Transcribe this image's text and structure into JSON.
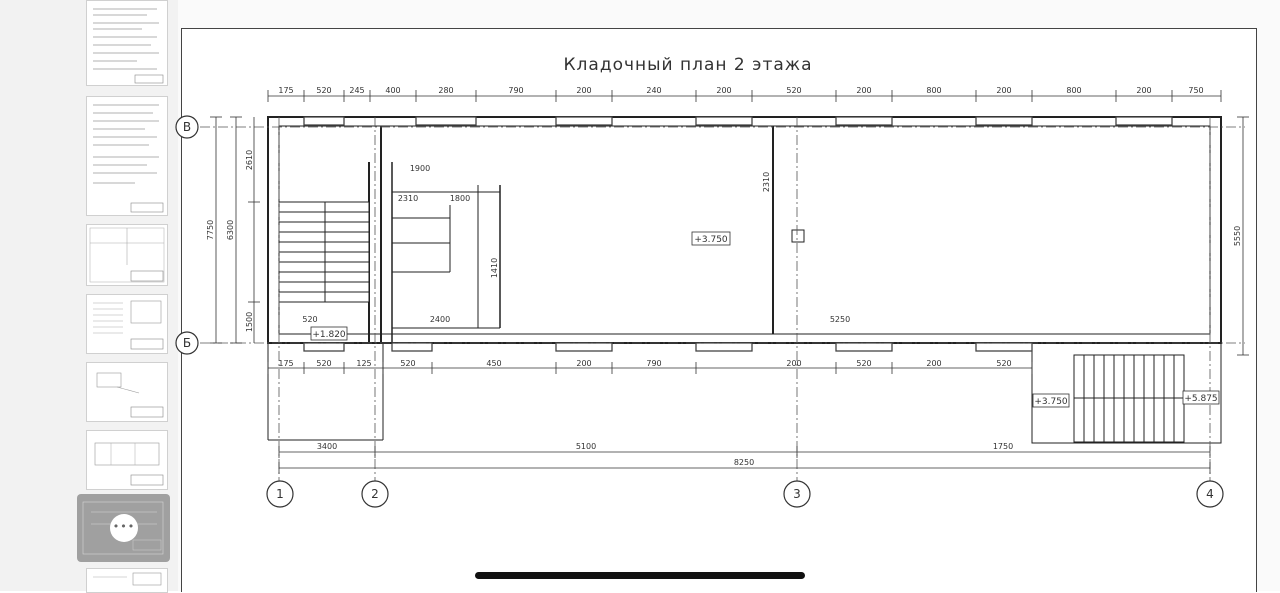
{
  "viewer": {
    "thumbnails_count": 9,
    "selected_thumb_badge": "•••"
  },
  "drawing": {
    "title": "Кладочный план 2 этажа",
    "axes_columns": [
      "1",
      "2",
      "3",
      "4"
    ],
    "axes_rows": [
      "В",
      "Б"
    ],
    "top_dims": [
      "175",
      "520",
      "245",
      "400",
      "280",
      "790",
      "200",
      "240",
      "200",
      "520",
      "200",
      "800",
      "200",
      "800",
      "200",
      "750"
    ],
    "bottom_dims": [
      "175",
      "520",
      "125",
      "520",
      "450",
      "200",
      "790",
      "200",
      "520",
      "200",
      "520"
    ],
    "axis_spans": [
      "3400",
      "5100",
      "1750"
    ],
    "total_span": "8250",
    "left_dims": [
      "2610",
      "7750",
      "6300",
      "1500"
    ],
    "right_dim": "5550",
    "room_dims": {
      "d1": "2310",
      "d2": "1900",
      "d3": "1800",
      "d4": "1410",
      "d5": "2400",
      "d6": "5250",
      "d7": "2310"
    },
    "levels": {
      "floor_main": "+3.750",
      "landing_left": "+1.820",
      "stair_right_low": "+3.750",
      "stair_right_high": "+5.875"
    }
  }
}
